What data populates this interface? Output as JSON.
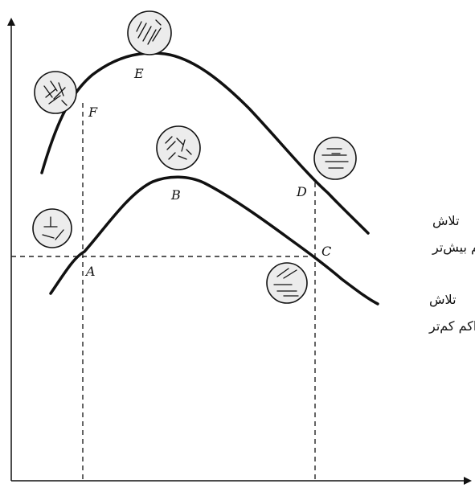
{
  "points": {
    "A": "A",
    "B": "B",
    "C": "C",
    "D": "D",
    "E": "E",
    "F": "F"
  },
  "curves": {
    "upper": {
      "line1": "تلاش",
      "line2": "تراکم بیش‌تر"
    },
    "lower": {
      "line1": "تلاش",
      "line2": "تراکم کم‌تر"
    }
  },
  "icons": {
    "upper_left": "random-fibers-icon",
    "upper_peak": "oriented-fibers-icon",
    "upper_right": "parallel-layers-icon",
    "lower_left": "flocculated-icon",
    "lower_peak": "random-fibers-icon",
    "lower_right": "parallel-layers-icon"
  }
}
